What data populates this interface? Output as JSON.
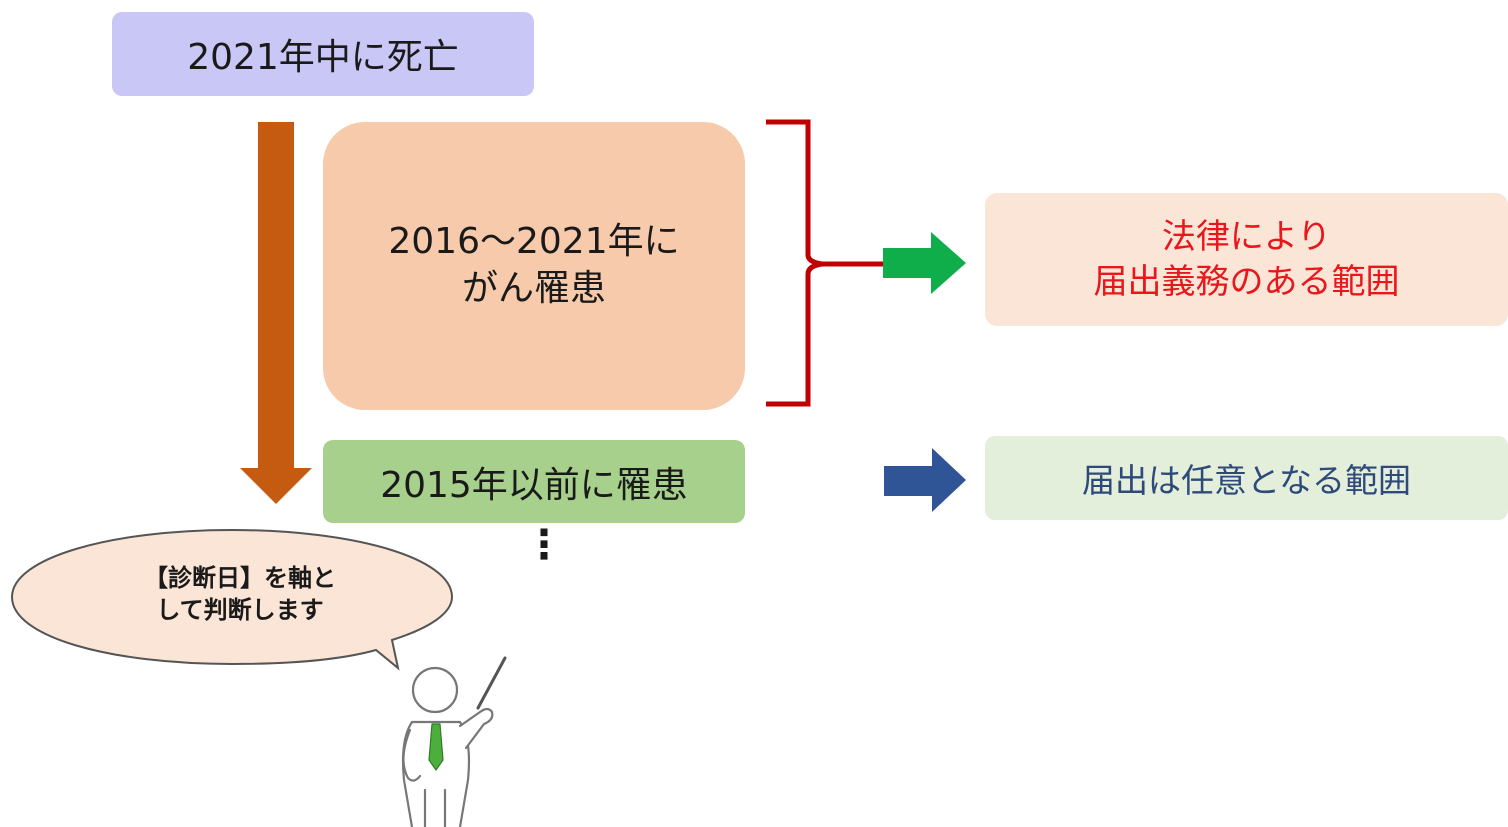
{
  "nodes": {
    "death": "2021年中に死亡",
    "recent_line1": "2016〜2021年に",
    "recent_line2": "がん罹患",
    "old": "2015年以前に罹患",
    "mandatory_line1": "法律により",
    "mandatory_line2": "届出義務のある範囲",
    "optional": "届出は任意となる範囲"
  },
  "speech": {
    "line1": "【診断日】を軸と",
    "line2": "して判断します"
  },
  "ellipsis": "⋮",
  "colors": {
    "death_box": "#c9c7f5",
    "recent_box": "#f6caab",
    "old_box": "#a7d08c",
    "mandatory_box": "#fbe5d6",
    "mandatory_text": "#e8171b",
    "optional_box": "#e3efda",
    "optional_text": "#2f4a7a",
    "timeline_arrow": "#c55a11",
    "bracket": "#c00000",
    "green_arrow": "#10ad4b",
    "blue_arrow": "#2f5597",
    "speech_bubble": "#fbe5d6"
  },
  "icons": {
    "presenter": "presenter-figure-icon",
    "timeline": "timeline-down-arrow-icon"
  }
}
